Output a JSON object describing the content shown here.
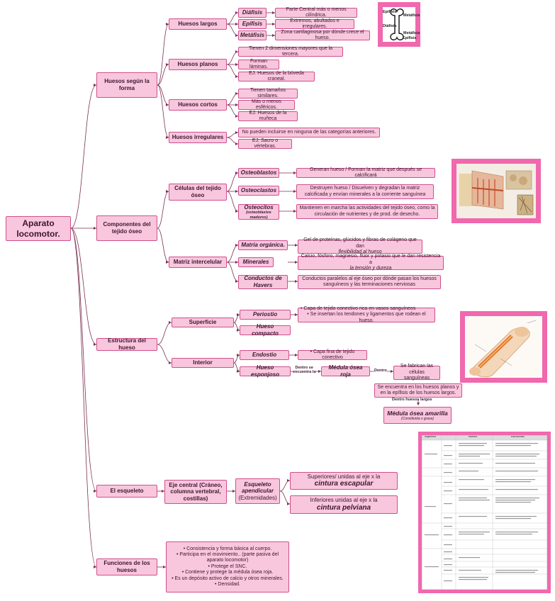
{
  "root": "Aparato locomotor.",
  "huesos_forma": {
    "title": "Huesos según la forma",
    "largos": {
      "title": "Huesos largos",
      "items": [
        {
          "name": "Diáfisis",
          "desc": "Parte Central más o menos cilíndrica."
        },
        {
          "name": "Epífisis",
          "desc": "Extremos, abultados e irregulares."
        },
        {
          "name": "Metáfisis",
          "desc": "Zona cartilaginosa por dónde crece el hueso."
        }
      ]
    },
    "planos": {
      "title": "Huesos planos",
      "items": [
        "Tienen 2 dimensiones mayores que la tercera.",
        "Forman láminas.",
        "EJ: Huesos de la bóveda craneal."
      ]
    },
    "cortos": {
      "title": "Huesos cortos",
      "items": [
        "Tienen tamaños similares.",
        "Más o menos esféricos.",
        "EJ: Huesos de la muñeca"
      ]
    },
    "irregulares": {
      "title": "Huesos irregulares",
      "items": [
        "No pueden incluirse en ninguna de las categorías anteriores.",
        "EJ: Sacro o vértebras."
      ]
    },
    "bone_image": {
      "labels": [
        "Epífisis",
        "Metáfisis",
        "Diáfisis",
        "Metáfisis",
        "Epífisis"
      ]
    }
  },
  "componentes": {
    "title": "Componentes del tejido óseo",
    "celulas": {
      "title": "Células del tejido óseo",
      "items": [
        {
          "name": "Osteoblastos",
          "sub": "",
          "desc": "Generan hueso / Forman la matriz que después se calcificará"
        },
        {
          "name": "Osteoclastos",
          "sub": "",
          "desc": "Destruyen hueso / Disuelven y degradan la matriz calcificada y envían minerales a la corriente sanguínea"
        },
        {
          "name": "Osteocitos",
          "sub": "(osteoblastos maduros)",
          "desc": "Mantienen en marcha las actividades del tejido óseo, como la circulación de nutrientes y de prod. de desecho."
        }
      ]
    },
    "matriz": {
      "title": "Matriz intercelular",
      "items": [
        {
          "name": "Matria orgánica.",
          "desc1": "Gel de proteínas, glúcidos y fibras de colágeno que dan",
          "desc2": "flexibilidad al hueso"
        },
        {
          "name": "Minerales",
          "desc1": "Calcio, fósforo, magnesio, flúor y potasio que le dan resistencia a",
          "desc2": "la tensión y dureza"
        },
        {
          "name": "Conductos de Havers",
          "desc1": "Conductos paralelos al eje óseo por dónde pasan los huesos",
          "desc2": "sanguíneos y las terminaciones nerviosas"
        }
      ]
    }
  },
  "estructura": {
    "title": "Estructura del hueso",
    "superficie": {
      "title": "Superficie",
      "periostio": "Periostio",
      "periostio_desc": [
        "• Capa de tejido conectivo rica en vasos sanguíneos",
        "• Se insertan los tendones y ligamentos que rodean el hueso."
      ],
      "compacto": "Hueso compacto"
    },
    "interior": {
      "title": "Interior",
      "endostio": "Endostio",
      "endostio_desc": "• Capa fina de tejido conectivo",
      "esponjoso": "Hueso esponjoso",
      "dentro_se": "Dentro se",
      "encuentra_la": "encuentra la",
      "medula_roja": "Médula ósea roja",
      "dentro": "Dentro",
      "fabrican": "Se fabrican las células sanguíneas",
      "planos_note": "Se encuentra en los huesos planos y en la epífisis de los huesos largos.",
      "dentro_largos": "Dentro huesos largos",
      "medula_amarilla": "Médula ósea amarilla",
      "amarilla_sub": "(Constituida x grasa)"
    }
  },
  "esqueleto": {
    "title": "El esqueleto",
    "central": "Eje central (Cráneo, columna vertebral, costillas)",
    "apendicular": "Esqueleto apendicular",
    "apendicular_sub": "(Extremidades)",
    "superiores_a": "Superiores/ unidas al eje x la",
    "superiores_b": "cintura escapular",
    "inferiores_a": "Inferiores unidas al eje x la",
    "inferiores_b": "cintura pelviana"
  },
  "funciones": {
    "title": "Funciones de los huesos",
    "items": [
      "• Consistencia y forma básica al cuerpo.",
      "• Participa en el movimiento.. (parte pasiva del aparato locomotor)",
      "• Protege el SNC.",
      "• Contiene y protege la médula ósea roja.",
      "• Es un depósito activo de calcio y otros minerales.",
      "• Densidad."
    ]
  },
  "table_image": {
    "headers": [
      "Segmento",
      "Huesos",
      "Estructuras"
    ]
  },
  "colors": {
    "box": "#f9c7dd",
    "border": "#d04f8e",
    "frame": "#f068ad",
    "line": "#7a3050"
  }
}
